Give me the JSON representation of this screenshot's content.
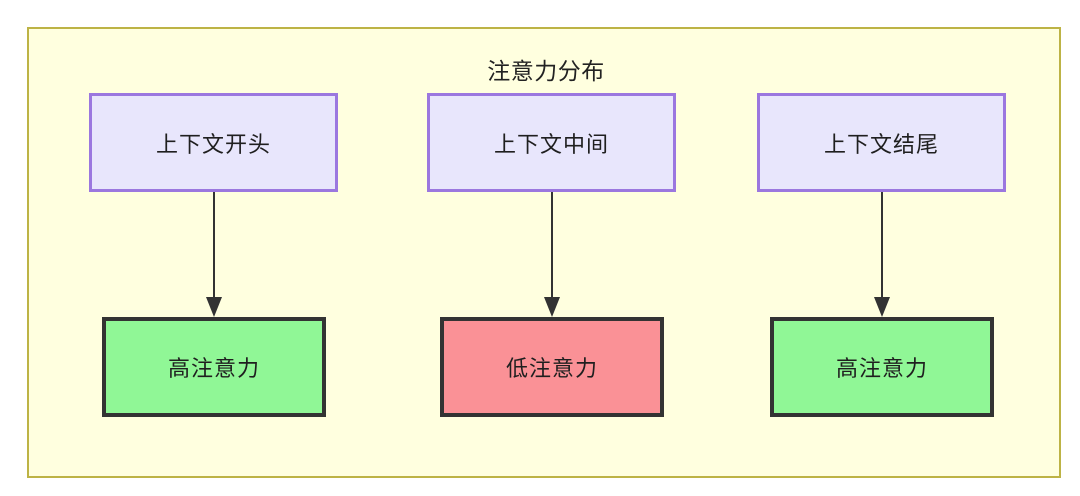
{
  "diagram": {
    "title": "注意力分布",
    "type": "flowchart",
    "background_color": "#ffffdf",
    "frame_border_color": "#bdb345",
    "columns": [
      {
        "id": "col-start",
        "context": {
          "label": "上下文开头",
          "fill": "#e8e6fc",
          "border": "#9b77df"
        },
        "attention": {
          "label": "高注意力",
          "level": "high",
          "fill": "#90f796",
          "border": "#333333"
        }
      },
      {
        "id": "col-middle",
        "context": {
          "label": "上下文中间",
          "fill": "#e8e6fc",
          "border": "#9b77df"
        },
        "attention": {
          "label": "低注意力",
          "level": "low",
          "fill": "#fa9196",
          "border": "#333333"
        }
      },
      {
        "id": "col-end",
        "context": {
          "label": "上下文结尾",
          "fill": "#e8e6fc",
          "border": "#9b77df"
        },
        "attention": {
          "label": "高注意力",
          "level": "high",
          "fill": "#90f796",
          "border": "#333333"
        }
      }
    ],
    "edges": [
      {
        "from": "上下文开头",
        "to": "高注意力",
        "style": "solid-arrow"
      },
      {
        "from": "上下文中间",
        "to": "低注意力",
        "style": "solid-arrow"
      },
      {
        "from": "上下文结尾",
        "to": "高注意力",
        "style": "solid-arrow"
      }
    ],
    "edge_color": "#333333"
  }
}
